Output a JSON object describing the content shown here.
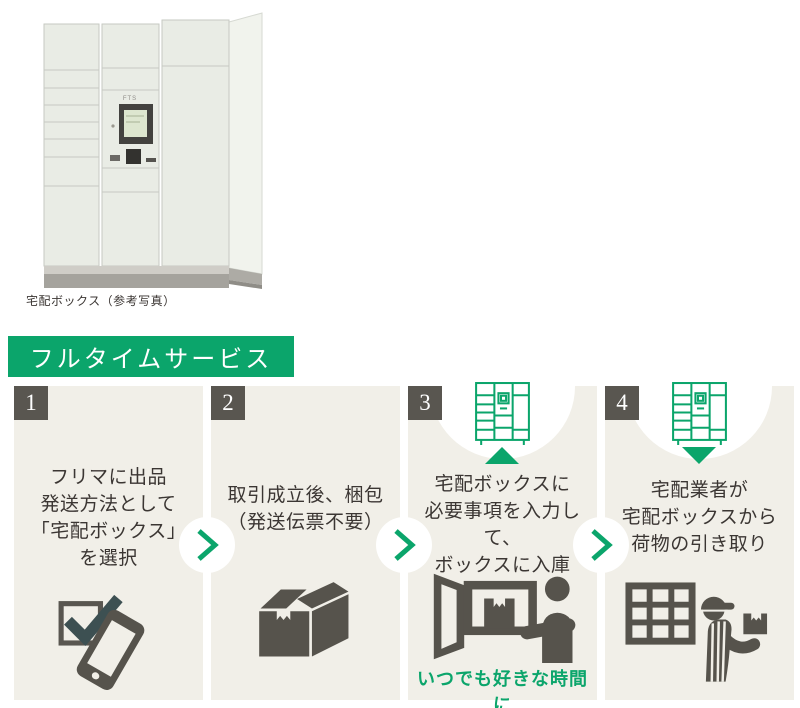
{
  "photo": {
    "caption": "宅配ボックス（参考写真）",
    "panel_label": "FTS"
  },
  "banner": {
    "title": "フルタイムサービス"
  },
  "steps": [
    {
      "number": "1",
      "lines": [
        "フリマに出品",
        "発送方法として",
        "「宅配ボックス」",
        "を選択"
      ],
      "icon": "checkbox-and-smartphone"
    },
    {
      "number": "2",
      "lines": [
        "取引成立後、梱包",
        "（発送伝票不要）"
      ],
      "icon": "packed-cardboard-box"
    },
    {
      "number": "3",
      "lines": [
        "宅配ボックスに",
        "必要事項を入力して、",
        "ボックスに入庫"
      ],
      "icon": "put-parcel-into-locker",
      "marker": "triangle-up",
      "top_icon": "delivery-locker-outline",
      "note": "いつでも好きな時間に"
    },
    {
      "number": "4",
      "lines": [
        "宅配業者が",
        "宅配ボックスから",
        "荷物の引き取り"
      ],
      "icon": "courier-picking-up-parcel",
      "marker": "triangle-down",
      "top_icon": "delivery-locker-outline"
    }
  ],
  "colors": {
    "green": "#0ba56b",
    "panel_background": "#f1efe8",
    "badge_gray": "#595650",
    "icon_gray": "#56534c",
    "checkmark_dark": "#3d5052",
    "text_dark": "#3b3633",
    "banner_text": "#ffffff"
  }
}
